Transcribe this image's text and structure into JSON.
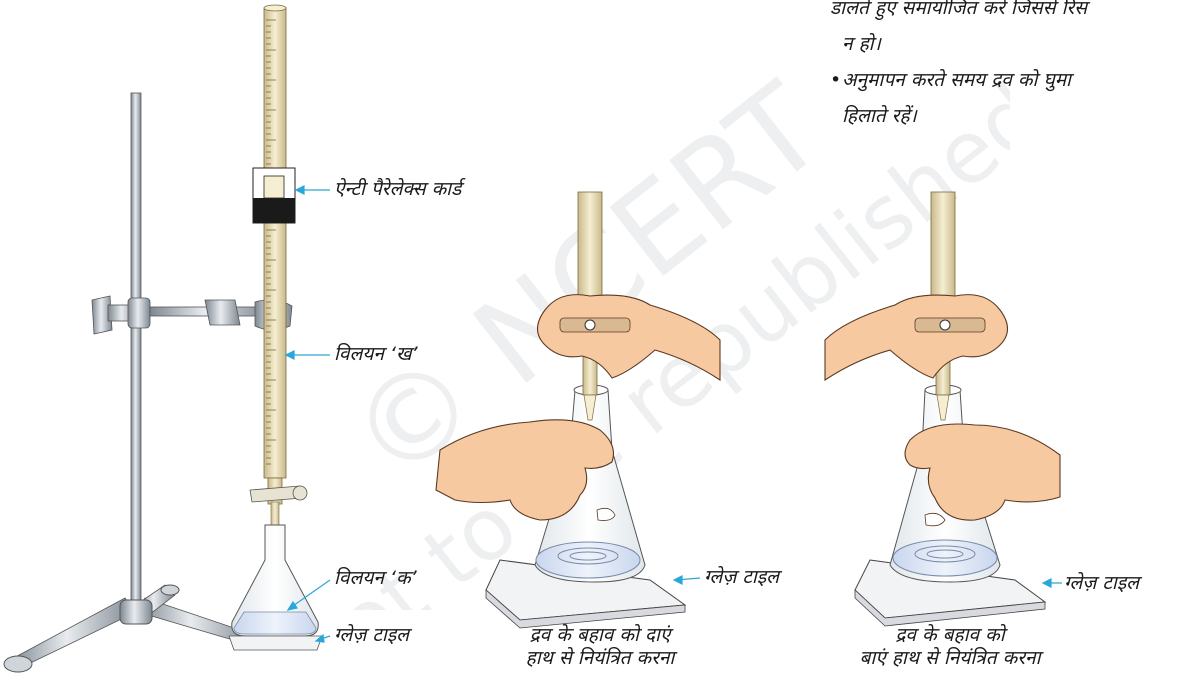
{
  "notes": [
    {
      "line1": "डालते हुए समायोजित करें जिससे रिस",
      "line2": "न हो।",
      "bullet": false
    },
    {
      "line1": "अनुमापन करते समय द्रव को घुमा",
      "line2": "हिलाते रहें।",
      "bullet": true
    }
  ],
  "labels": {
    "anti_parallax_card": "ऐन्टी पैरेलेक्स कार्ड",
    "solution_b": "विलयन ‘ख’",
    "solution_a": "विलयन ‘क’",
    "glazed_tile_left": "ग्लेज़ टाइल",
    "glazed_tile_middle": "ग्लेज़ टाइल",
    "glazed_tile_right": "ग्लेज़ टाइल"
  },
  "captions": {
    "right_hand_line1": "द्रव के बहाव को दाएं",
    "right_hand_line2": "हाथ से नियंत्रित करना",
    "left_hand_line1": "द्रव के बहाव को",
    "left_hand_line2": "बाएं हाथ से नियंत्रित करना"
  },
  "watermark": {
    "line1": "© NCERT",
    "line2": "not to be republished"
  },
  "colors": {
    "skin": "#f7c9a0",
    "skin_outline": "#5a3a24",
    "steel": "#b9c1c9",
    "liquid": "#dde6f5",
    "tube": "#ede1b4",
    "tile": "#f2f3f5",
    "leader": "#2aa7d8"
  }
}
